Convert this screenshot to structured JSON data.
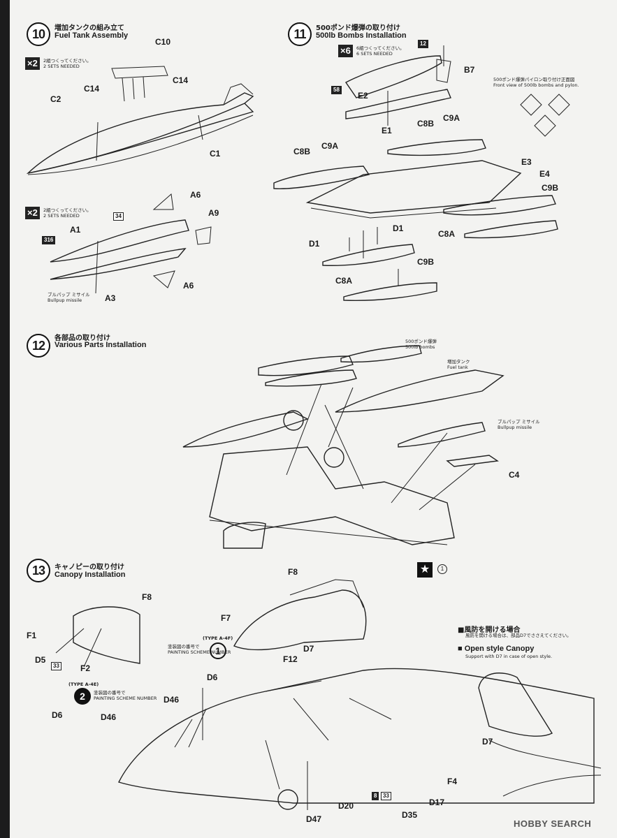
{
  "steps": {
    "s10": {
      "num": "10",
      "jp": "増加タンクの組み立て",
      "en": "Fuel Tank Assembly"
    },
    "s11": {
      "num": "11",
      "jp": "500ポンド爆弾の取り付け",
      "en": "500lb Bombs Installation"
    },
    "s12": {
      "num": "12",
      "jp": "各部品の取り付け",
      "en": "Various Parts Installation"
    },
    "s13": {
      "num": "13",
      "jp": "キャノピーの取り付け",
      "en": "Canopy Installation"
    }
  },
  "multipliers": {
    "x2a": "×2",
    "x2a_jp": "2組つくってください。",
    "x2a_en": "2 SETS NEEDED",
    "x2b": "×2",
    "x2b_jp": "2組つくってください。",
    "x2b_en": "2 SETS NEEDED",
    "x6": "×6",
    "x6_jp": "6組つくってください。",
    "x6_en": "6 SETS NEEDED"
  },
  "parts": {
    "C10": "C10",
    "C14a": "C14",
    "C14b": "C14",
    "C2": "C2",
    "C1": "C1",
    "A6a": "A6",
    "A9": "A9",
    "A1": "A1",
    "A3": "A3",
    "A6b": "A6",
    "B7": "B7",
    "E2": "E2",
    "E1": "E1",
    "C8B_top": "C8B",
    "C9A_top": "C9A",
    "C8B_left": "C8B",
    "C9A_left": "C9A",
    "E3": "E3",
    "E4": "E4",
    "C9B_right": "C9B",
    "D1_center": "D1",
    "C8A_right": "C8A",
    "D1_left": "D1",
    "C9B_low": "C9B",
    "C8A_low": "C8A",
    "C4": "C4",
    "F8_left": "F8",
    "F1": "F1",
    "D5": "D5",
    "F2": "F2",
    "D6_a": "D6",
    "D46_a": "D46",
    "D6_b": "D6",
    "D46_b": "D46",
    "F8_main": "F8",
    "F7": "F7",
    "F12": "F12",
    "D7_main": "D7",
    "D20": "D20",
    "D47": "D47",
    "D35": "D35",
    "D17": "D17",
    "F4": "F4",
    "D7_inset": "D7"
  },
  "paint_refs": {
    "p316": "316",
    "p34": "34",
    "p12": "12",
    "p58": "58",
    "p33a": "33",
    "p8": "8",
    "p33b": "33"
  },
  "notes": {
    "bullpup_jp": "ブルパップ ミサイル",
    "bullpup_en": "Bullpup missile",
    "front_view_jp": "500ポンド爆弾パイロン取り付け正面図",
    "front_view_en": "Front view of 500lb bombs and pylon.",
    "bombs_jp": "500ポンド爆弾",
    "bombs_en": "500lb bombs",
    "tank_jp": "増加タンク",
    "tank_en": "Fuel tank",
    "bullpup2_jp": "ブルパップ ミサイル",
    "bullpup2_en": "Bullpup missile",
    "type_a4f": "(TYPE A-4F)",
    "type_a4f_jp": "塗装図の番号で",
    "type_a4f_en": "PAINTING SCHEME NUMBER",
    "type_a4e": "(TYPE A-4E)",
    "type_a4e_jp": "塗装図の番号で",
    "type_a4e_en": "PAINTING SCHEME NUMBER",
    "scheme1": "1",
    "scheme2": "2",
    "decal_num": "1",
    "open_jp": "■風防を開ける場合",
    "open_jp2": "風防を開ける場合は、部品D7でささえてください。",
    "open_en": "■ Open style Canopy",
    "open_en2": "Support with D7 in case of open style."
  },
  "watermark": "HOBBY SEARCH"
}
